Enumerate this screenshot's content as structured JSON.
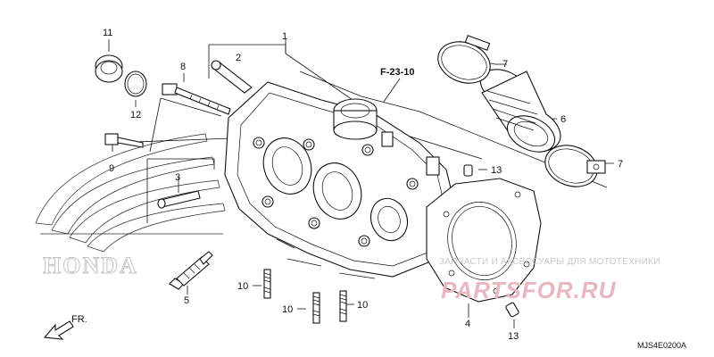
{
  "diagram": {
    "ref_label": "F-23-10",
    "diagram_code": "MJS4E0200A",
    "direction_label": "FR.",
    "part_numbers": {
      "p1": "1",
      "p2": "2",
      "p3": "3",
      "p4": "4",
      "p5": "5",
      "p6": "6",
      "p7a": "7",
      "p7b": "7",
      "p8": "8",
      "p9": "9",
      "p10a": "10",
      "p10b": "10",
      "p10c": "10",
      "p11": "11",
      "p12": "12",
      "p13a": "13",
      "p13b": "13"
    }
  },
  "watermark": {
    "brand": "HONDA",
    "tagline": "ЗАПЧАСТИ И АКСЕССУАРЫ ДЛЯ МОТОТЕХНИКИ",
    "site": "PARTSFOR.RU"
  }
}
